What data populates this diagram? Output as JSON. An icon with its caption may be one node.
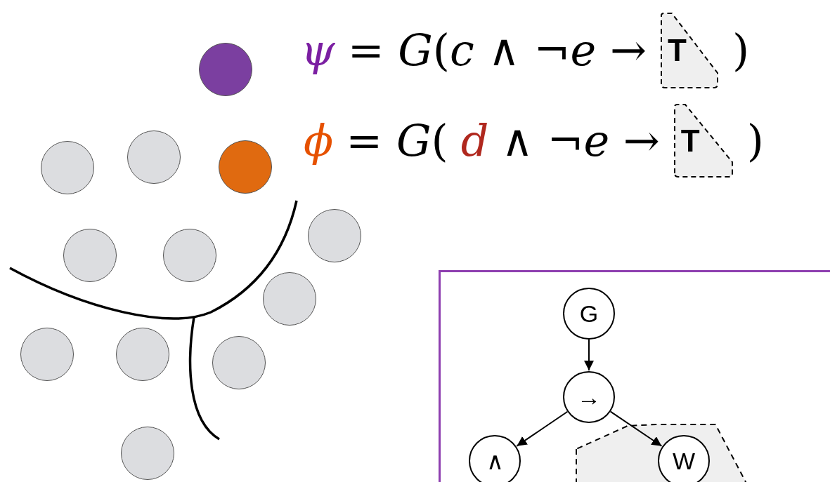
{
  "diagram": {
    "nodes": [
      {
        "text": [],
        "shape": "circle"
      },
      {
        "text": [
          "T"
        ]
      },
      {
        "text": [],
        "shape": "circle"
      },
      {
        "text": [],
        "shape": "circle"
      },
      {
        "text": [],
        "shape": "circle"
      },
      {
        "text": [
          "T"
        ]
      },
      {
        "text": [],
        "shape": "circle"
      },
      {
        "text": [],
        "shape": "circle"
      },
      {
        "text": [],
        "shape": "circle"
      },
      {
        "text": [],
        "shape": "box"
      },
      {
        "text": [
          "G"
        ],
        "in": 9
      },
      {
        "text": [
          "→"
        ],
        "in": 9
      },
      {
        "text": [],
        "shape": "circle"
      },
      {
        "text": [],
        "shape": "circle"
      },
      {
        "text": [],
        "shape": "circle"
      },
      {
        "text": [],
        "shape": "circle"
      },
      {
        "text": [
          "∧"
        ],
        "in": 9
      },
      {
        "text": [],
        "shape": "box",
        "in": 9
      },
      {
        "text": [
          "W"
        ],
        "in": 17
      },
      {
        "text": [],
        "shape": "circle"
      }
    ],
    "edges": [
      {
        "from": 10,
        "to": 11,
        "arrow": "to"
      },
      {
        "from": 11,
        "to": 16,
        "arrow": "to"
      },
      {
        "from": 11,
        "to": 18,
        "arrow": "to"
      }
    ],
    "labels": [
      "ψ",
      "= *G*(*c* ∧ ¬*e* →",
      ")",
      "ϕ",
      "= *G*(",
      "d",
      "∧ ¬*e* →",
      ")"
    ]
  }
}
